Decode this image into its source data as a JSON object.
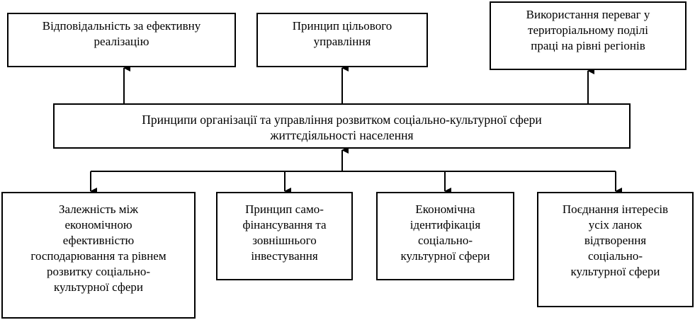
{
  "central": {
    "line1": "Принципи організації та управління розвитком соціально-культурної сфери",
    "line2": "життєдіяльності населення"
  },
  "top_boxes": [
    {
      "lines": [
        "Відповідальність за ефективну",
        "реалізацію"
      ]
    },
    {
      "lines": [
        "Принцип цільового",
        "управління"
      ]
    },
    {
      "lines": [
        "Використання переваг у",
        "територіальному поділі",
        "праці на рівні регіонів"
      ]
    }
  ],
  "bottom_boxes": [
    {
      "lines": [
        "Залежність між",
        "економічною",
        "ефективністю",
        "господарювання та рівнем",
        "розвитку соціально-",
        "культурної сфери"
      ]
    },
    {
      "lines": [
        "Принцип само-",
        "фінансування та",
        "зовнішнього",
        "інвестування"
      ]
    },
    {
      "lines": [
        "Економічна",
        "ідентифікація",
        "соціально-",
        "культурної сфери"
      ]
    },
    {
      "lines": [
        "Поєднання інтересів",
        "усіх ланок",
        "відтворення",
        "соціально-",
        "культурної сфери"
      ]
    }
  ]
}
